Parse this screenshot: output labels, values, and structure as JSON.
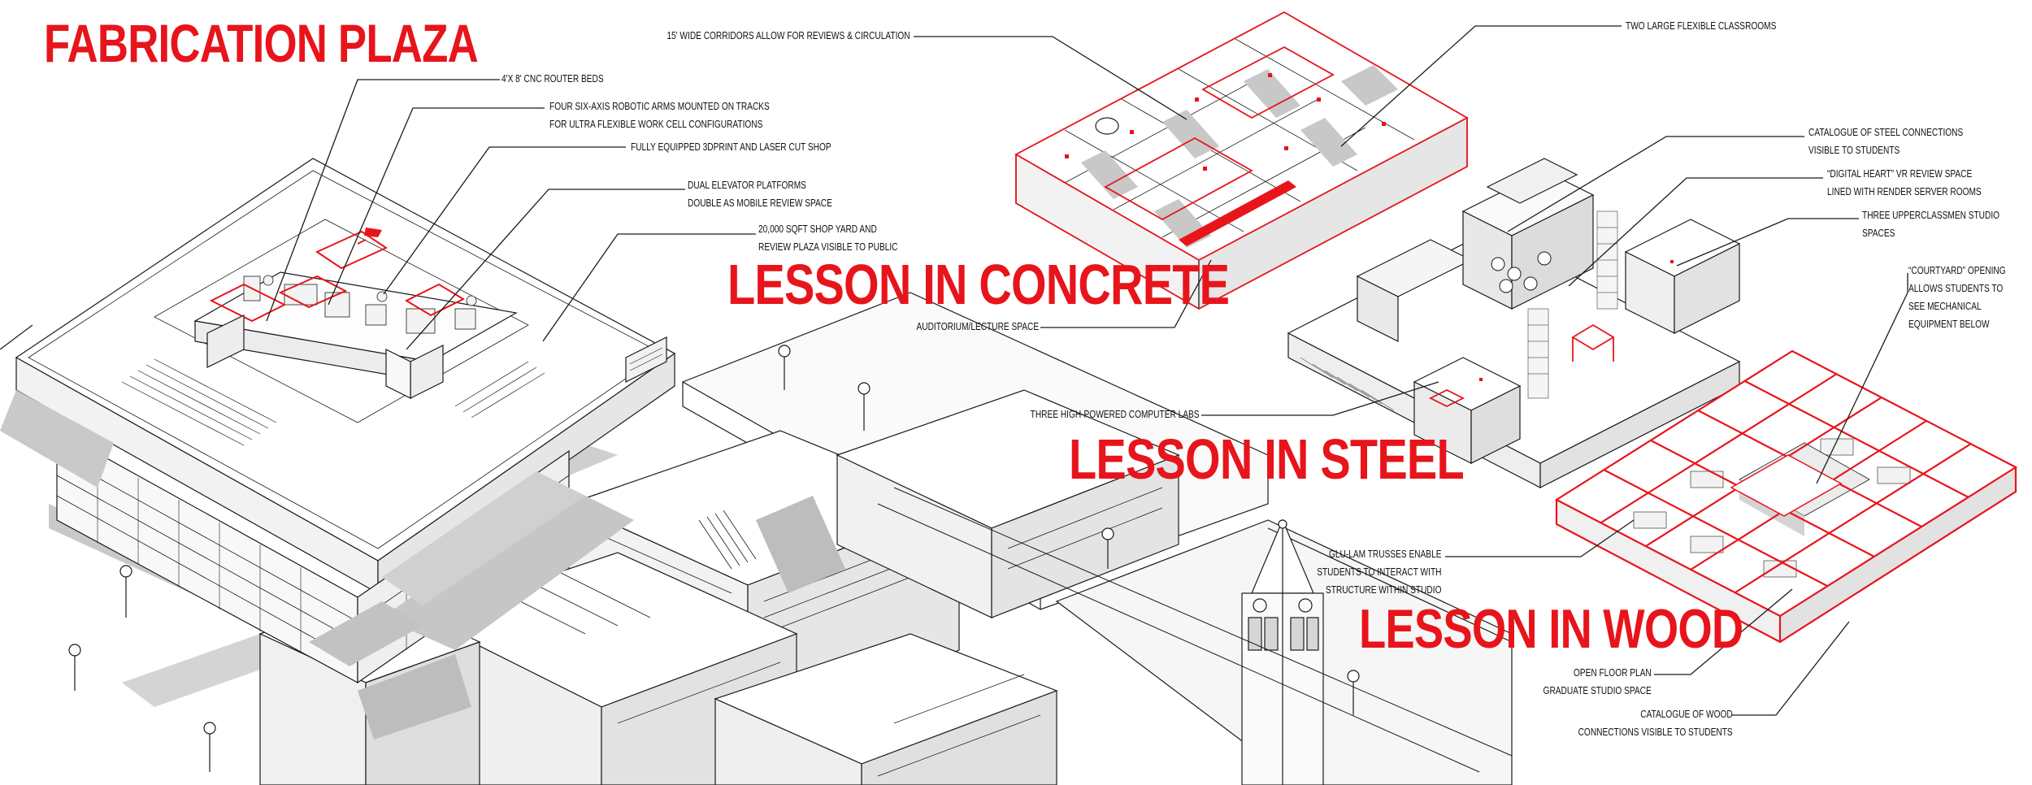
{
  "titles": {
    "fabrication": "FABRICATION PLAZA",
    "concrete": "LESSON IN CONCRETE",
    "steel": "LESSON IN STEEL",
    "wood": "LESSON IN WOOD"
  },
  "colors": {
    "accent_red": "#e8141b",
    "line": "#1a1a1a",
    "shadow": "#c9c9c9",
    "background": "#ffffff"
  },
  "annotations": {
    "cnc": [
      "4'X 8' CNC ROUTER BEDS"
    ],
    "robot_arms": [
      "FOUR SIX-AXIS ROBOTIC ARMS MOUNTED ON TRACKS",
      "FOR ULTRA FLEXIBLE WORK CELL CONFIGURATIONS"
    ],
    "print_shop": [
      "FULLY EQUIPPED 3DPRINT AND LASER CUT SHOP"
    ],
    "elevators": [
      "DUAL ELEVATOR PLATFORMS",
      "DOUBLE AS MOBILE REVIEW SPACE"
    ],
    "shop_yard": [
      "20,000 SQFT SHOP YARD AND",
      "REVIEW PLAZA VISIBLE TO PUBLIC"
    ],
    "corridors": [
      "15' WIDE CORRIDORS ALLOW FOR REVIEWS & CIRCULATION"
    ],
    "classrooms": [
      "TWO LARGE FLEXIBLE CLASSROOMS"
    ],
    "auditorium": [
      "AUDITORIUM/LECTURE SPACE"
    ],
    "steel_connections": [
      "CATALOGUE OF STEEL CONNECTIONS",
      "VISIBLE TO STUDENTS"
    ],
    "digital_heart": [
      "“DIGITAL HEART” VR REVIEW SPACE",
      "LINED WITH RENDER SERVER ROOMS"
    ],
    "upperclassmen": [
      "THREE UPPERCLASSMEN STUDIO",
      "SPACES"
    ],
    "courtyard": [
      "“COURTYARD” OPENING",
      "ALLOWS STUDENTS TO",
      "SEE MECHANICAL",
      "EQUIPMENT BELOW"
    ],
    "computer_labs": [
      "THREE HIGH-POWERED COMPUTER LABS"
    ],
    "glulam": [
      "GLU-LAM TRUSSES ENABLE",
      "STUDENTS TO INTERACT WITH",
      "STRUCTURE WITHIN STUDIO"
    ],
    "open_floor": [
      "OPEN FLOOR PLAN",
      "GRADUATE STUDIO SPACE"
    ],
    "wood_connections": [
      "CATALOGUE OF WOOD",
      "CONNECTIONS VISIBLE TO STUDENTS"
    ]
  }
}
